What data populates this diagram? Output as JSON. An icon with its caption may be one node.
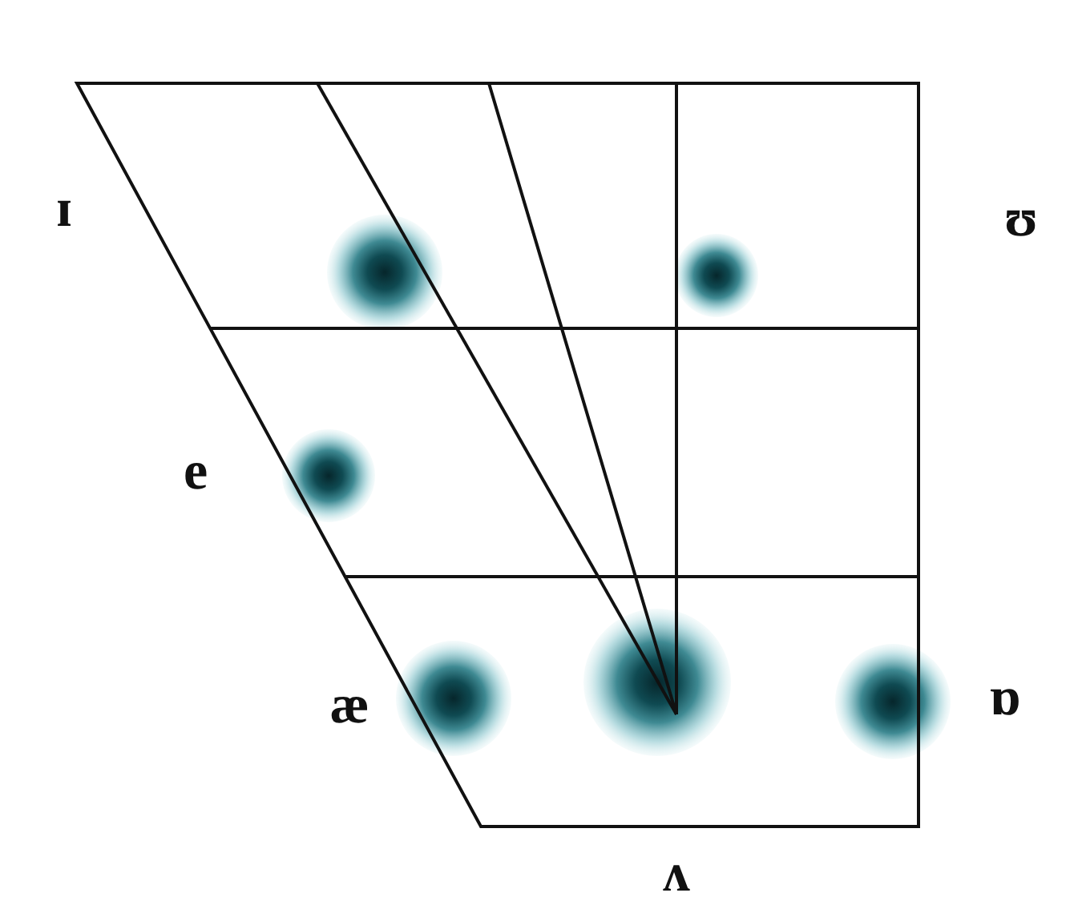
{
  "diagram": {
    "nodes": [
      {
        "text": [],
        "shape": "circle"
      },
      {
        "text": [],
        "shape": "circle"
      },
      {
        "text": [],
        "shape": "circle"
      },
      {
        "text": [],
        "shape": "circle"
      },
      {
        "text": [],
        "shape": "circle"
      },
      {
        "text": [],
        "shape": "circle"
      }
    ],
    "labels": [
      "ɪ",
      "ʊ",
      "e",
      "æ",
      "ɒ",
      "ʌ"
    ]
  }
}
